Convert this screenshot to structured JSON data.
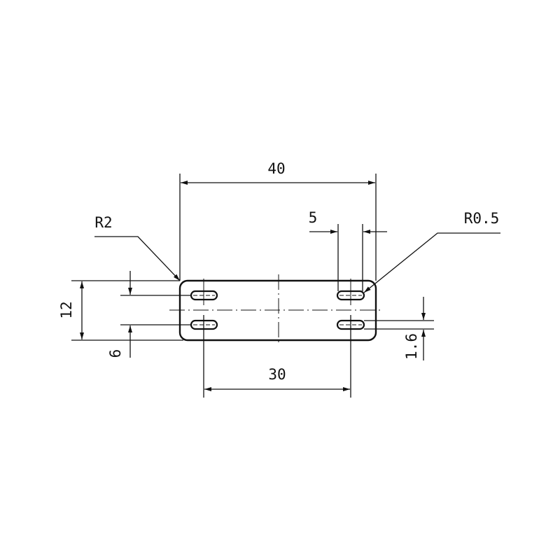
{
  "drawing": {
    "dimensions": {
      "overall_length": "40",
      "overall_width": "12",
      "hole_spacing_x": "30",
      "hole_spacing_y": "6",
      "slot_length": "5",
      "slot_width": "1.6",
      "corner_radius": "R2",
      "slot_radius": "R0.5"
    },
    "line_color": "#111111"
  }
}
